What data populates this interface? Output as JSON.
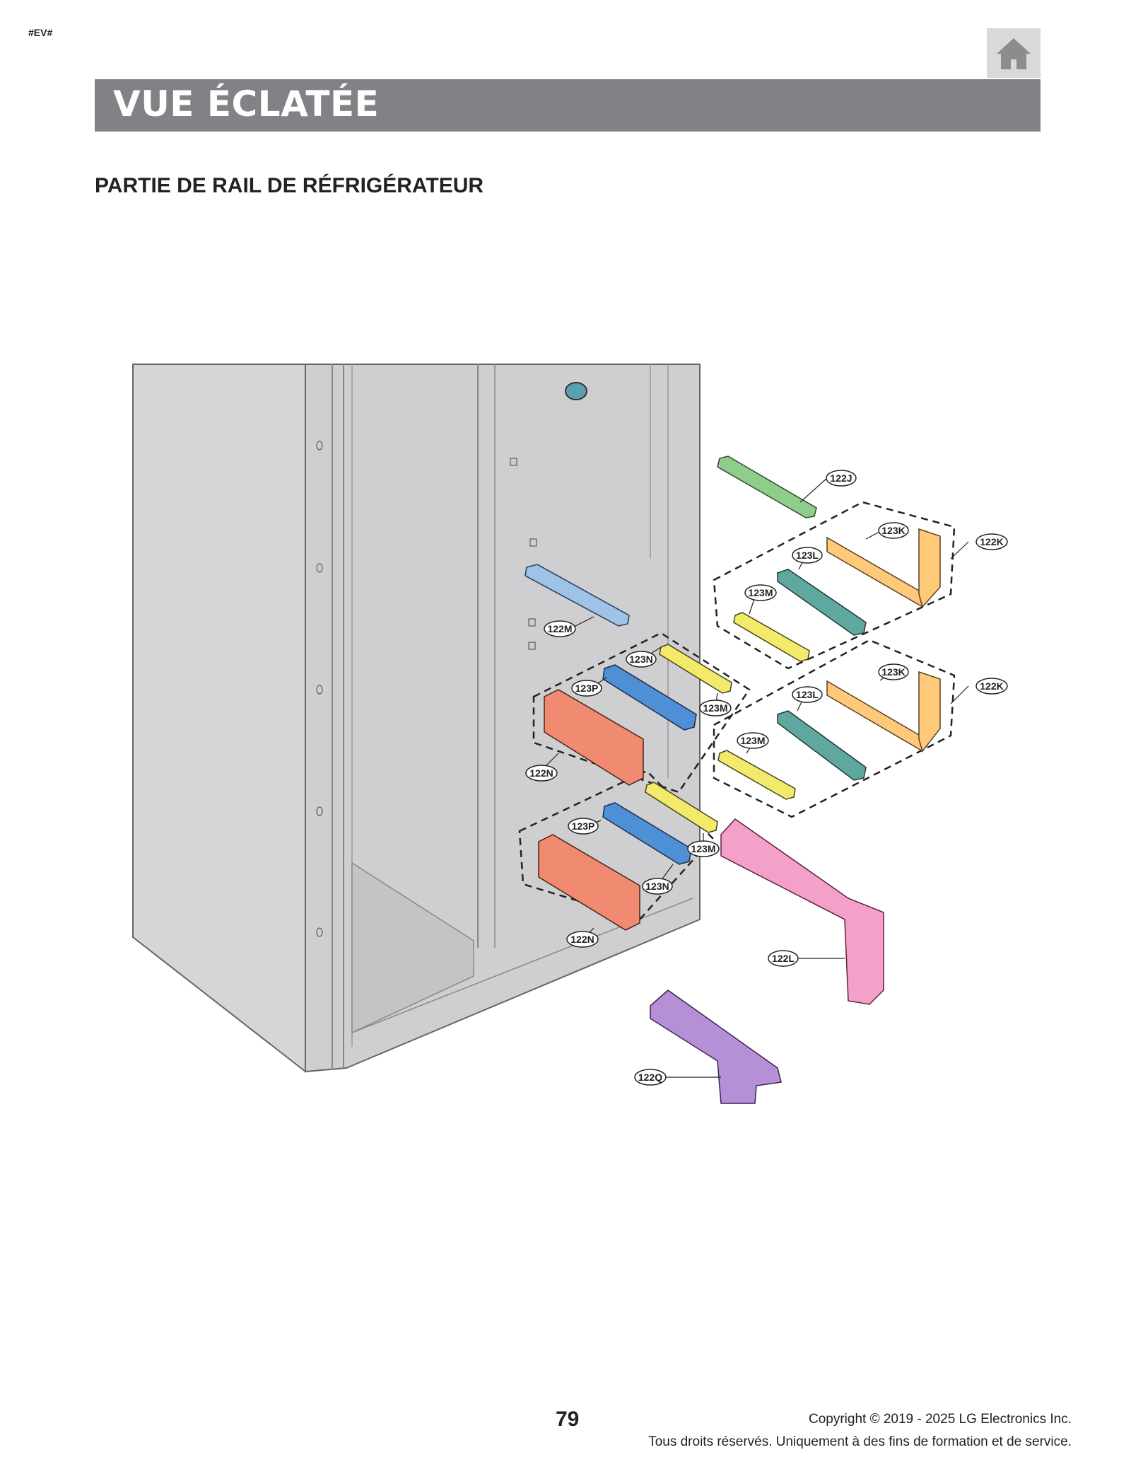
{
  "header": {
    "tag": "#EV#",
    "banner_title": "VUE ÉCLATÉE"
  },
  "section": {
    "title": "PARTIE DE RAIL DE RÉFRIGÉRATEUR"
  },
  "parts": {
    "p122J": "122J",
    "p122K_top": "122K",
    "p122K_bottom": "122K",
    "p123K_top": "123K",
    "p123K_bottom": "123K",
    "p123L_top": "123L",
    "p123L_bottom": "123L",
    "p123M_1": "123M",
    "p123M_2": "123M",
    "p123M_3": "123M",
    "p123M_4": "123M",
    "p122M": "122M",
    "p123N_1": "123N",
    "p123N_2": "123N",
    "p123P_1": "123P",
    "p123P_2": "123P",
    "p122N_1": "122N",
    "p122N_2": "122N",
    "p122L": "122L",
    "p122Q": "122Q"
  },
  "colors": {
    "banner": "#808285",
    "cabinet": "#d6d6d8",
    "rail_green": "#8fce8a",
    "rail_blue_light": "#9ec3e6",
    "rail_orange": "#ffc97a",
    "rail_teal": "#5fa8a0",
    "rail_yellow": "#f2ea6a",
    "rail_blue": "#4f8fd6",
    "rail_salmon": "#f08a70",
    "rail_pink": "#f4a0c8",
    "rail_purple": "#b690d6"
  },
  "footer": {
    "page_number": "79",
    "copyright": "Copyright © 2019 - 2025 LG Electronics Inc.",
    "rights": "Tous droits réservés. Uniquement à des fins de formation et de service."
  }
}
